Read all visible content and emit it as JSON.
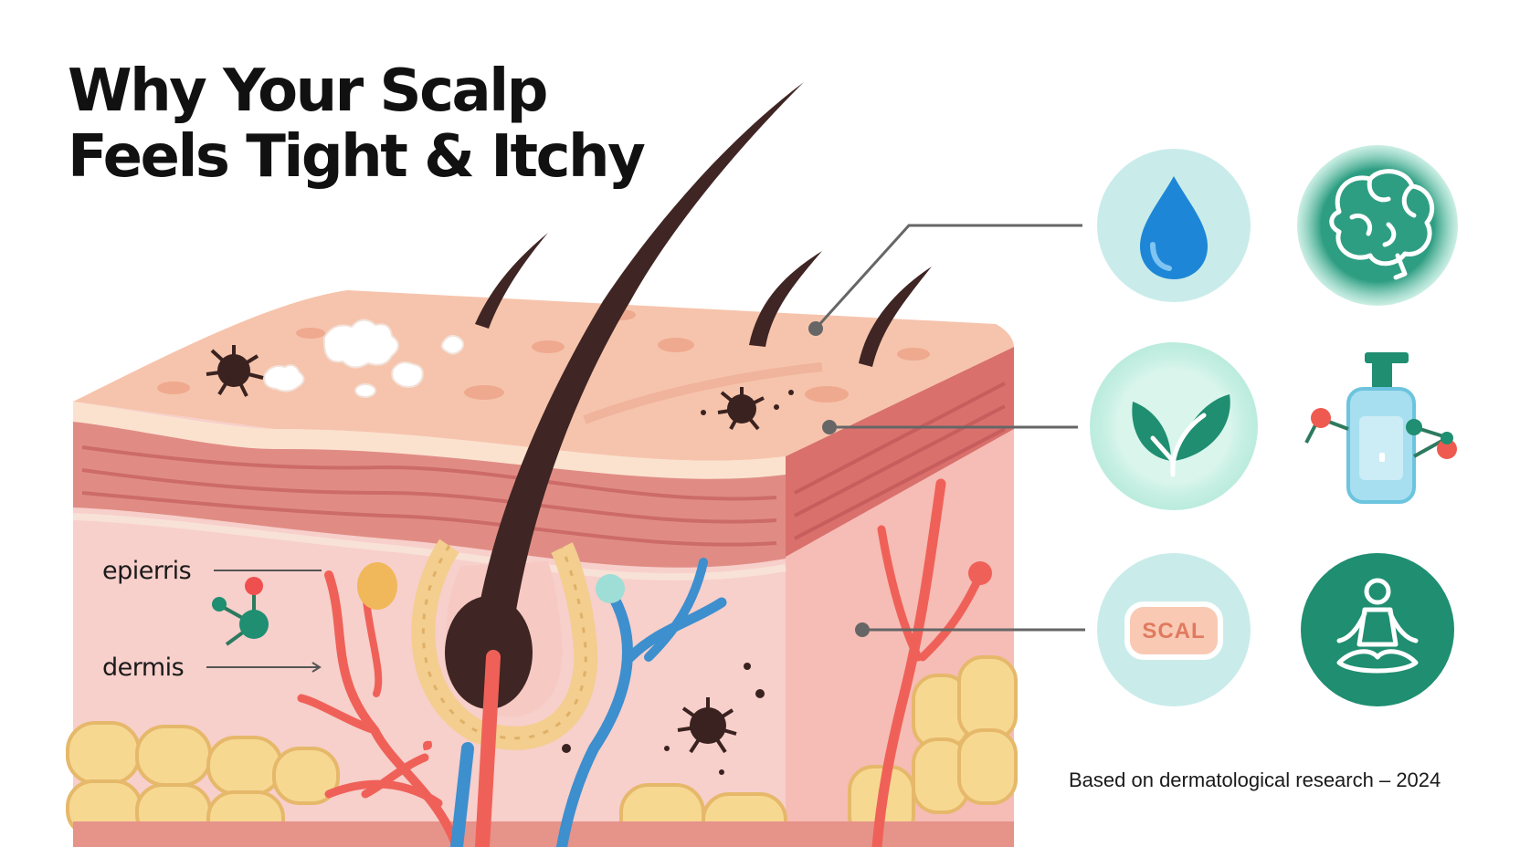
{
  "title": {
    "line1": "Why Your Scalp",
    "line2": "Feels Tight & Itchy"
  },
  "labels": {
    "epidermis": "epierris",
    "dermis": "dermis"
  },
  "icons": [
    {
      "name": "water-drop-icon",
      "bg": "#c9ecea"
    },
    {
      "name": "brain-icon",
      "bg": "#2e9e82"
    },
    {
      "name": "leaf-icon",
      "bg": "#d6f4ea"
    },
    {
      "name": "shampoo-bottle-icon",
      "bg": "#ffffff"
    },
    {
      "name": "scal-badge-icon",
      "bg": "#c9ecea",
      "text": "SCAL"
    },
    {
      "name": "meditation-icon",
      "bg": "#1f8e71"
    }
  ],
  "footnote": "Based on dermatological research – 2024",
  "colors": {
    "skin_top": "#f6c4ac",
    "epidermis_band": "#e48f86",
    "dermis": "#f8d0cc",
    "fat": "#f5d38e",
    "hair": "#3f2523",
    "artery": "#ef6158",
    "vein": "#3d8fce",
    "teal": "#1f8e71"
  }
}
